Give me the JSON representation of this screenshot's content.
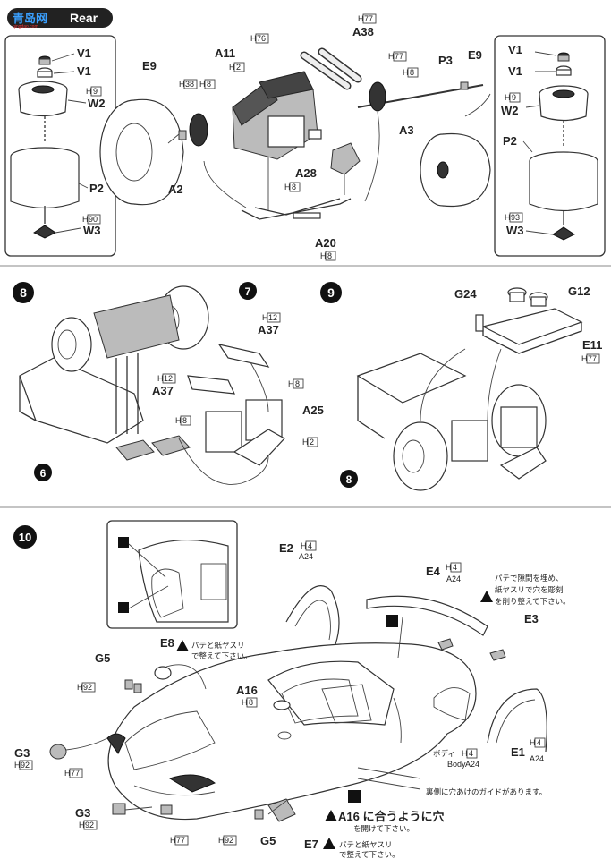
{
  "header": {
    "brand": "青岛网",
    "brand_url": "qingdao.com",
    "section": "Rear"
  },
  "step7": {
    "left_box": {
      "V1a": "V1",
      "V1b": "V1",
      "W2": "W2",
      "W2_code": "9",
      "P2": "P2",
      "W3": "W3",
      "W3_code": "90",
      "H": "H"
    },
    "right_box": {
      "V1a": "V1",
      "V1b": "V1",
      "W2": "W2",
      "W2_code": "9",
      "P2": "P2",
      "W3": "W3",
      "W3_code": "93",
      "H": "H"
    },
    "parts": {
      "E9a": "E9",
      "E9b": "E9",
      "A11": "A11",
      "A11_code": "2",
      "A38": "A38",
      "A38_code": "77",
      "P3": "P3",
      "A3": "A3",
      "A3_code1": "77",
      "A3_code2": "8",
      "A2": "A2",
      "A2_code1": "38",
      "A2_code2": "8",
      "A28": "A28",
      "A28_code": "8",
      "A20": "A20",
      "A20_code": "8",
      "engine_code": "76",
      "H": "H"
    }
  },
  "step8": {
    "number": "8",
    "ref": "7",
    "ref2": "6",
    "parts": {
      "A37a": "A37",
      "A37a_code": "12",
      "A37b": "A37",
      "A37b_code": "12",
      "A25": "A25",
      "A25_code1": "8",
      "A25_code2": "8",
      "H8": "8",
      "H2": "2",
      "H": "H"
    }
  },
  "step9": {
    "number": "9",
    "ref": "8",
    "parts": {
      "G24": "G24",
      "G12": "G12",
      "E11": "E11",
      "E11_code": "77",
      "H": "H"
    }
  },
  "step10": {
    "number": "10",
    "parts": {
      "E2": "E2",
      "E2_code": "4",
      "E2_alt": "A24",
      "E4": "E4",
      "E4_code": "4",
      "E4_alt": "A24",
      "E3": "E3",
      "E1": "E1",
      "E1_code": "4",
      "E1_alt": "A24",
      "E8": "E8",
      "G5a": "G5",
      "G5a_code": "92",
      "G5b": "G5",
      "G5b_code": "92",
      "A16": "A16",
      "A16_code": "8",
      "G3a": "G3",
      "G3a_code": "92",
      "G3b": "G3",
      "G3b_code": "92",
      "H77a": "77",
      "H77b": "77",
      "E7": "E7",
      "body_jp": "ボディ",
      "body_en": "Body",
      "body_code": "4",
      "body_alt": "A24",
      "H": "H"
    },
    "notes": {
      "e8_note_1": "パテと紙ヤスリ",
      "e8_note_2": "で整えて下さい。",
      "e4_note_1": "パテで隙間を埋め、",
      "e4_note_2": "紙ヤスリで穴を彫刻",
      "e4_note_3": "を削り整えて下さい。",
      "guide_note": "裏側に穴あけのガイドがあります。",
      "a16_note_1": "A16 に合うように穴",
      "a16_note_2": "を開けて下さい。",
      "e7_note_1": "パテと紙ヤスリ",
      "e7_note_2": "で整えて下さい。"
    }
  }
}
